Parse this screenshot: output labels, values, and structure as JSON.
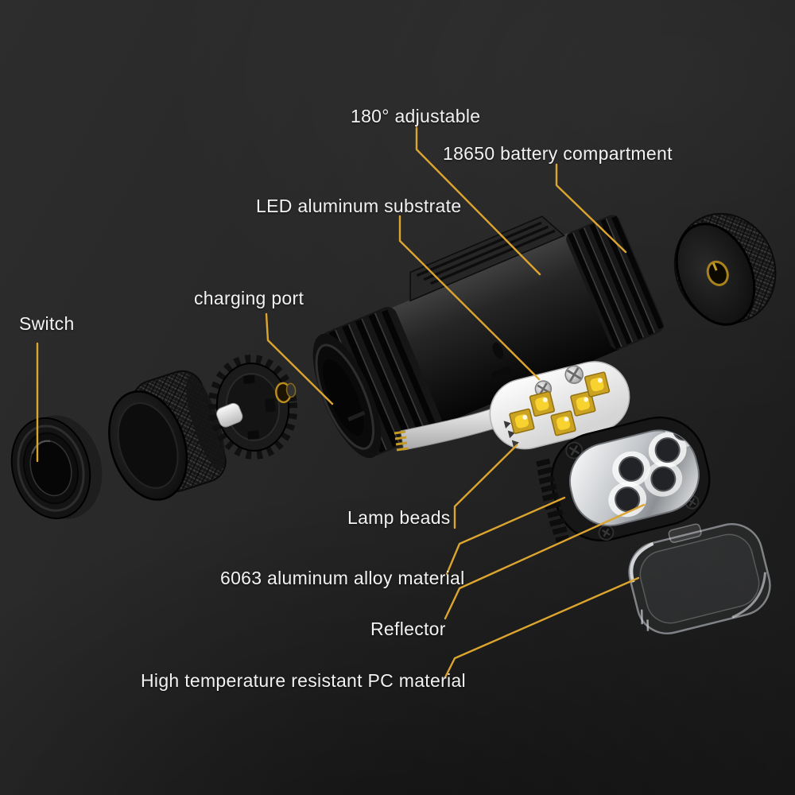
{
  "scene": {
    "background_top": "#2d2d2d",
    "background_bottom": "#191919",
    "line_color": "#dca52f",
    "text_color": "#f2f2f2",
    "led_color": "#f8d32f",
    "gold_accent": "#b8891c"
  },
  "labels": {
    "adjustable": "180° adjustable",
    "battery": "18650 battery compartment",
    "substrate": "LED aluminum substrate",
    "charging": "charging port",
    "switch": "Switch",
    "lamp_beads": "Lamp beads",
    "alloy": "6063 aluminum alloy material",
    "reflector": "Reflector",
    "pc_material": "High temperature resistant PC material"
  },
  "parts": [
    "switch-lens-cap",
    "knurled-bezel-ring",
    "adjustment-gear-dial",
    "charging-port-stub",
    "flashlight-main-body",
    "battery-end-cap",
    "led-substrate-pcb",
    "ribbon-cable",
    "aluminum-lamp-housing",
    "reflector-plate",
    "clear-pc-cover"
  ]
}
